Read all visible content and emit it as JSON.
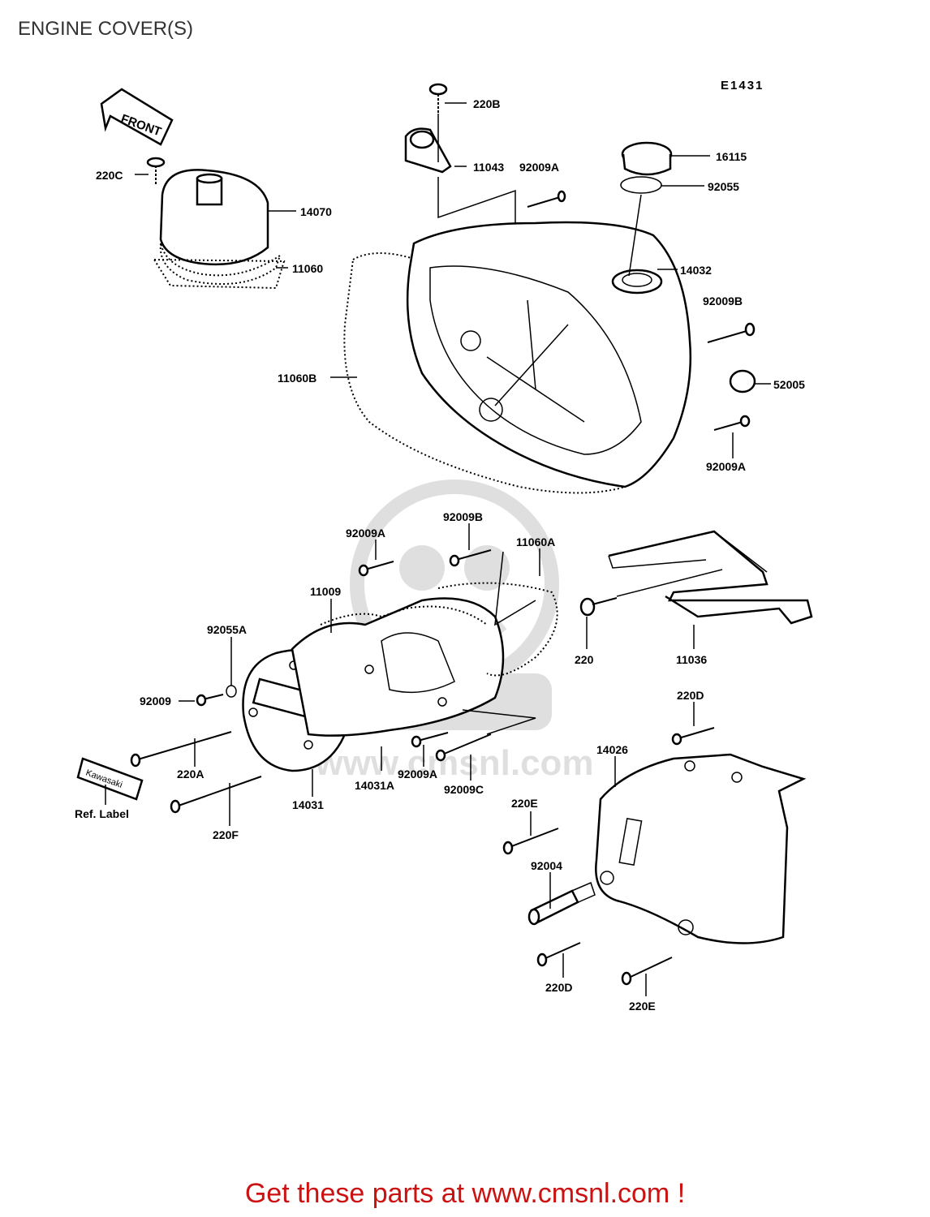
{
  "page": {
    "title": "ENGINE COVER(S)",
    "diagram_code": "E1431",
    "front_arrow": "FRONT",
    "brand_label": "Kawasaki",
    "cta": "Get these parts at www.cmsnl.com !",
    "watermark": "www.cmsnl.com"
  },
  "labels": [
    "220B",
    "11043",
    "92009A",
    "16115",
    "92055",
    "220C",
    "14070",
    "11060",
    "14032",
    "92009B",
    "11060B",
    "52005",
    "92009A",
    "92009A",
    "92009B",
    "11060A",
    "11009",
    "92055A",
    "92009",
    "220",
    "11036",
    "220D",
    "14026",
    "220A",
    "14031A",
    "92009A",
    "92009C",
    "14031",
    "Ref. Label",
    "220F",
    "220E",
    "92004",
    "220D",
    "220E"
  ]
}
